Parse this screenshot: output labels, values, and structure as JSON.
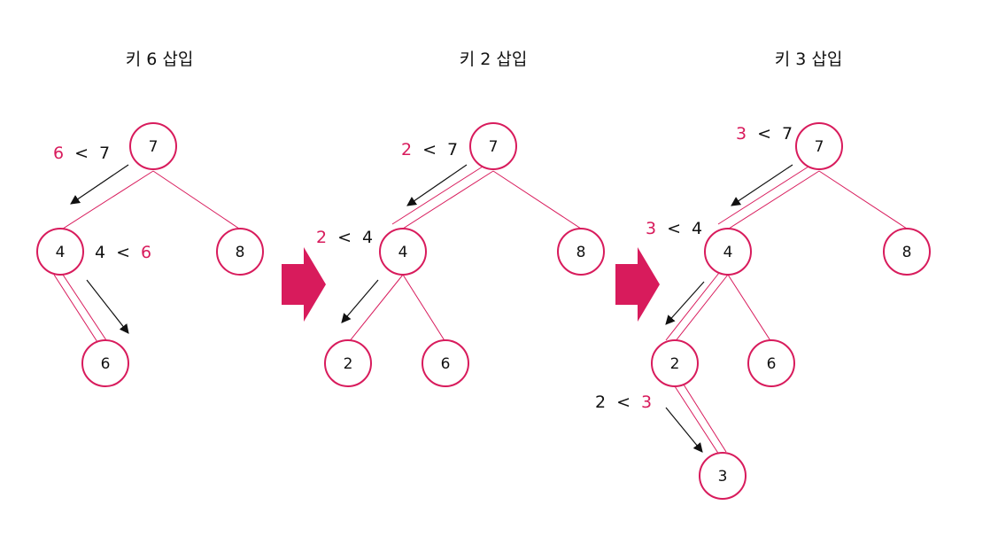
{
  "colors": {
    "accent": "#d81b5c",
    "text": "#111111",
    "background": "#ffffff"
  },
  "panels": [
    {
      "title": "키 6 삽입",
      "nodes": [
        {
          "id": "p1-n7",
          "label": "7"
        },
        {
          "id": "p1-n4",
          "label": "4"
        },
        {
          "id": "p1-n8",
          "label": "8"
        },
        {
          "id": "p1-n6",
          "label": "6"
        }
      ],
      "comparisons": [
        {
          "left": "6",
          "op": "<",
          "right": "7",
          "highlight": "left"
        },
        {
          "left": "4",
          "op": "<",
          "right": "6",
          "highlight": "right"
        }
      ]
    },
    {
      "title": "키 2 삽입",
      "nodes": [
        {
          "id": "p2-n7",
          "label": "7"
        },
        {
          "id": "p2-n4",
          "label": "4"
        },
        {
          "id": "p2-n8",
          "label": "8"
        },
        {
          "id": "p2-n2",
          "label": "2"
        },
        {
          "id": "p2-n6",
          "label": "6"
        }
      ],
      "comparisons": [
        {
          "left": "2",
          "op": "<",
          "right": "7",
          "highlight": "left"
        },
        {
          "left": "2",
          "op": "<",
          "right": "4",
          "highlight": "left"
        }
      ]
    },
    {
      "title": "키 3 삽입",
      "nodes": [
        {
          "id": "p3-n7",
          "label": "7"
        },
        {
          "id": "p3-n4",
          "label": "4"
        },
        {
          "id": "p3-n8",
          "label": "8"
        },
        {
          "id": "p3-n2",
          "label": "2"
        },
        {
          "id": "p3-n6",
          "label": "6"
        },
        {
          "id": "p3-n3",
          "label": "3"
        }
      ],
      "comparisons": [
        {
          "left": "3",
          "op": "<",
          "right": "7",
          "highlight": "left"
        },
        {
          "left": "3",
          "op": "<",
          "right": "4",
          "highlight": "left"
        },
        {
          "left": "2",
          "op": "<",
          "right": "3",
          "highlight": "right"
        }
      ]
    }
  ]
}
